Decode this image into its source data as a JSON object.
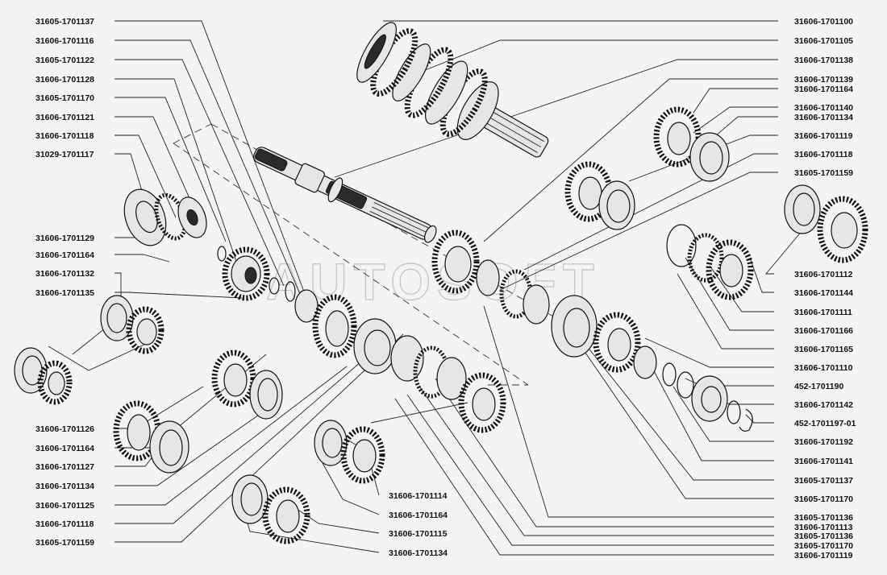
{
  "watermark": "AUTOSOFT",
  "labels_left": [
    "31605-1701137",
    "31606-1701116",
    "31605-1701122",
    "31606-1701128",
    "31605-1701170",
    "31606-1701121",
    "31606-1701118",
    "31029-1701117",
    "31606-1701129",
    "31606-1701164",
    "31606-1701132",
    "31606-1701135",
    "31606-1701126",
    "31606-1701164",
    "31606-1701127",
    "31606-1701134",
    "31606-1701125",
    "31606-1701118",
    "31605-1701159"
  ],
  "labels_bottom": [
    "31606-1701114",
    "31606-1701164",
    "31606-1701115",
    "31606-1701134"
  ],
  "labels_right": [
    "31606-1701100",
    "31606-1701105",
    "31606-1701138",
    "31606-1701139",
    "31606-1701164",
    "31606-1701140",
    "31606-1701134",
    "31606-1701119",
    "31606-1701118",
    "31605-1701159",
    "31606-1701112",
    "31606-1701144",
    "31606-1701111",
    "31606-1701166",
    "31606-1701165",
    "31606-1701110",
    "452-1701190",
    "31606-1701142",
    "452-1701197-01",
    "31606-1701192",
    "31606-1701141",
    "31605-1701137",
    "31605-1701170",
    "31605-1701136",
    "31606-1701113",
    "31605-1701136",
    "31605-1701170",
    "31606-1701119"
  ]
}
